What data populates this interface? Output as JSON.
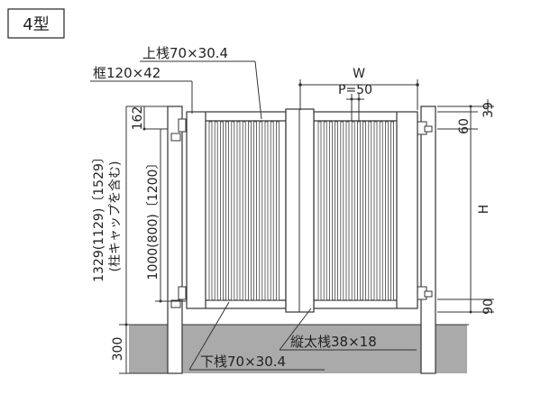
{
  "type_label": "4型",
  "labels": {
    "top_rail": "上桟70×30.4",
    "frame": "框120×42",
    "bottom_rail": "下桟70×30.4",
    "vertical_bar": "縦太桟38×18"
  },
  "dims": {
    "width": "W",
    "pitch": "P=50",
    "height": "H",
    "top_offset_39": "39",
    "top_offset_60": "60",
    "bottom_offset_90": "90",
    "top_gap_162": "162",
    "inner_height": "1000(800)〔1200〕",
    "post_height": "1329(1129)〔1529〕",
    "post_note": "(柱キャップを含む)",
    "ground_depth": "300"
  },
  "colors": {
    "ground": "#aaaaaa",
    "line": "#333333",
    "panel_fill": "#f4f4f4"
  }
}
